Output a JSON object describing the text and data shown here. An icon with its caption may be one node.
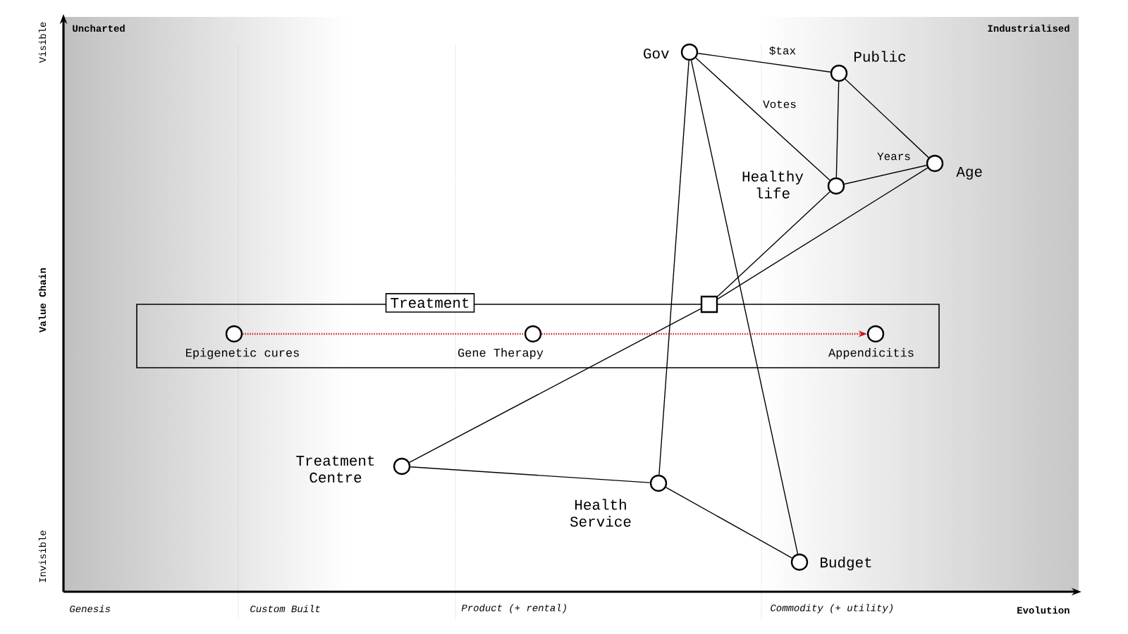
{
  "diagram": {
    "nodes": [
      {
        "text": [
          "Gov"
        ]
      },
      {
        "text": [
          "Public"
        ]
      },
      {
        "text": [
          "Age"
        ]
      },
      {
        "text": [
          "Healthy life"
        ]
      },
      {
        "text": [
          "Treatment"
        ]
      },
      {
        "text": [],
        "shape": "box"
      },
      {
        "text": [
          "Epigenetic cures"
        ],
        "in": 4
      },
      {
        "text": [
          "Gene Therapy"
        ],
        "in": 4
      },
      {
        "text": [
          "Appendicitis"
        ],
        "in": 4
      },
      {
        "text": [
          "Treatment Centre"
        ]
      },
      {
        "text": [
          "Health Service"
        ]
      },
      {
        "text": [
          "Budget"
        ]
      }
    ],
    "edges": [
      {
        "from": 0,
        "to": 1,
        "arrow": "none",
        "label": "$tax"
      },
      {
        "from": 0,
        "to": 3,
        "arrow": "none",
        "label": "Votes"
      },
      {
        "from": 1,
        "to": 3,
        "arrow": "none"
      },
      {
        "from": 1,
        "to": 2,
        "arrow": "none"
      },
      {
        "from": 3,
        "to": 2,
        "arrow": "none",
        "label": "Years"
      },
      {
        "from": 3,
        "to": 5,
        "arrow": "none"
      },
      {
        "from": 2,
        "to": 5,
        "arrow": "none"
      },
      {
        "from": 0,
        "to": 10,
        "arrow": "none"
      },
      {
        "from": 0,
        "to": 11,
        "arrow": "none"
      },
      {
        "from": 5,
        "to": 9,
        "arrow": "none"
      },
      {
        "from": 9,
        "to": 10,
        "arrow": "none"
      },
      {
        "from": 10,
        "to": 11,
        "arrow": "none"
      },
      {
        "from": 6,
        "to": 7,
        "arrow": "none",
        "style": "dashed",
        "color": "#cc1111"
      },
      {
        "from": 7,
        "to": 8,
        "arrow": "to",
        "style": "dashed",
        "color": "#cc1111"
      }
    ],
    "labels": [
      "Uncharted",
      "Industrialised",
      "Visible",
      "Value Chain",
      "Invisible",
      "Genesis",
      "Custom Built",
      "Product (+ rental)",
      "Commodity (+ utility)",
      "Evolution"
    ]
  }
}
